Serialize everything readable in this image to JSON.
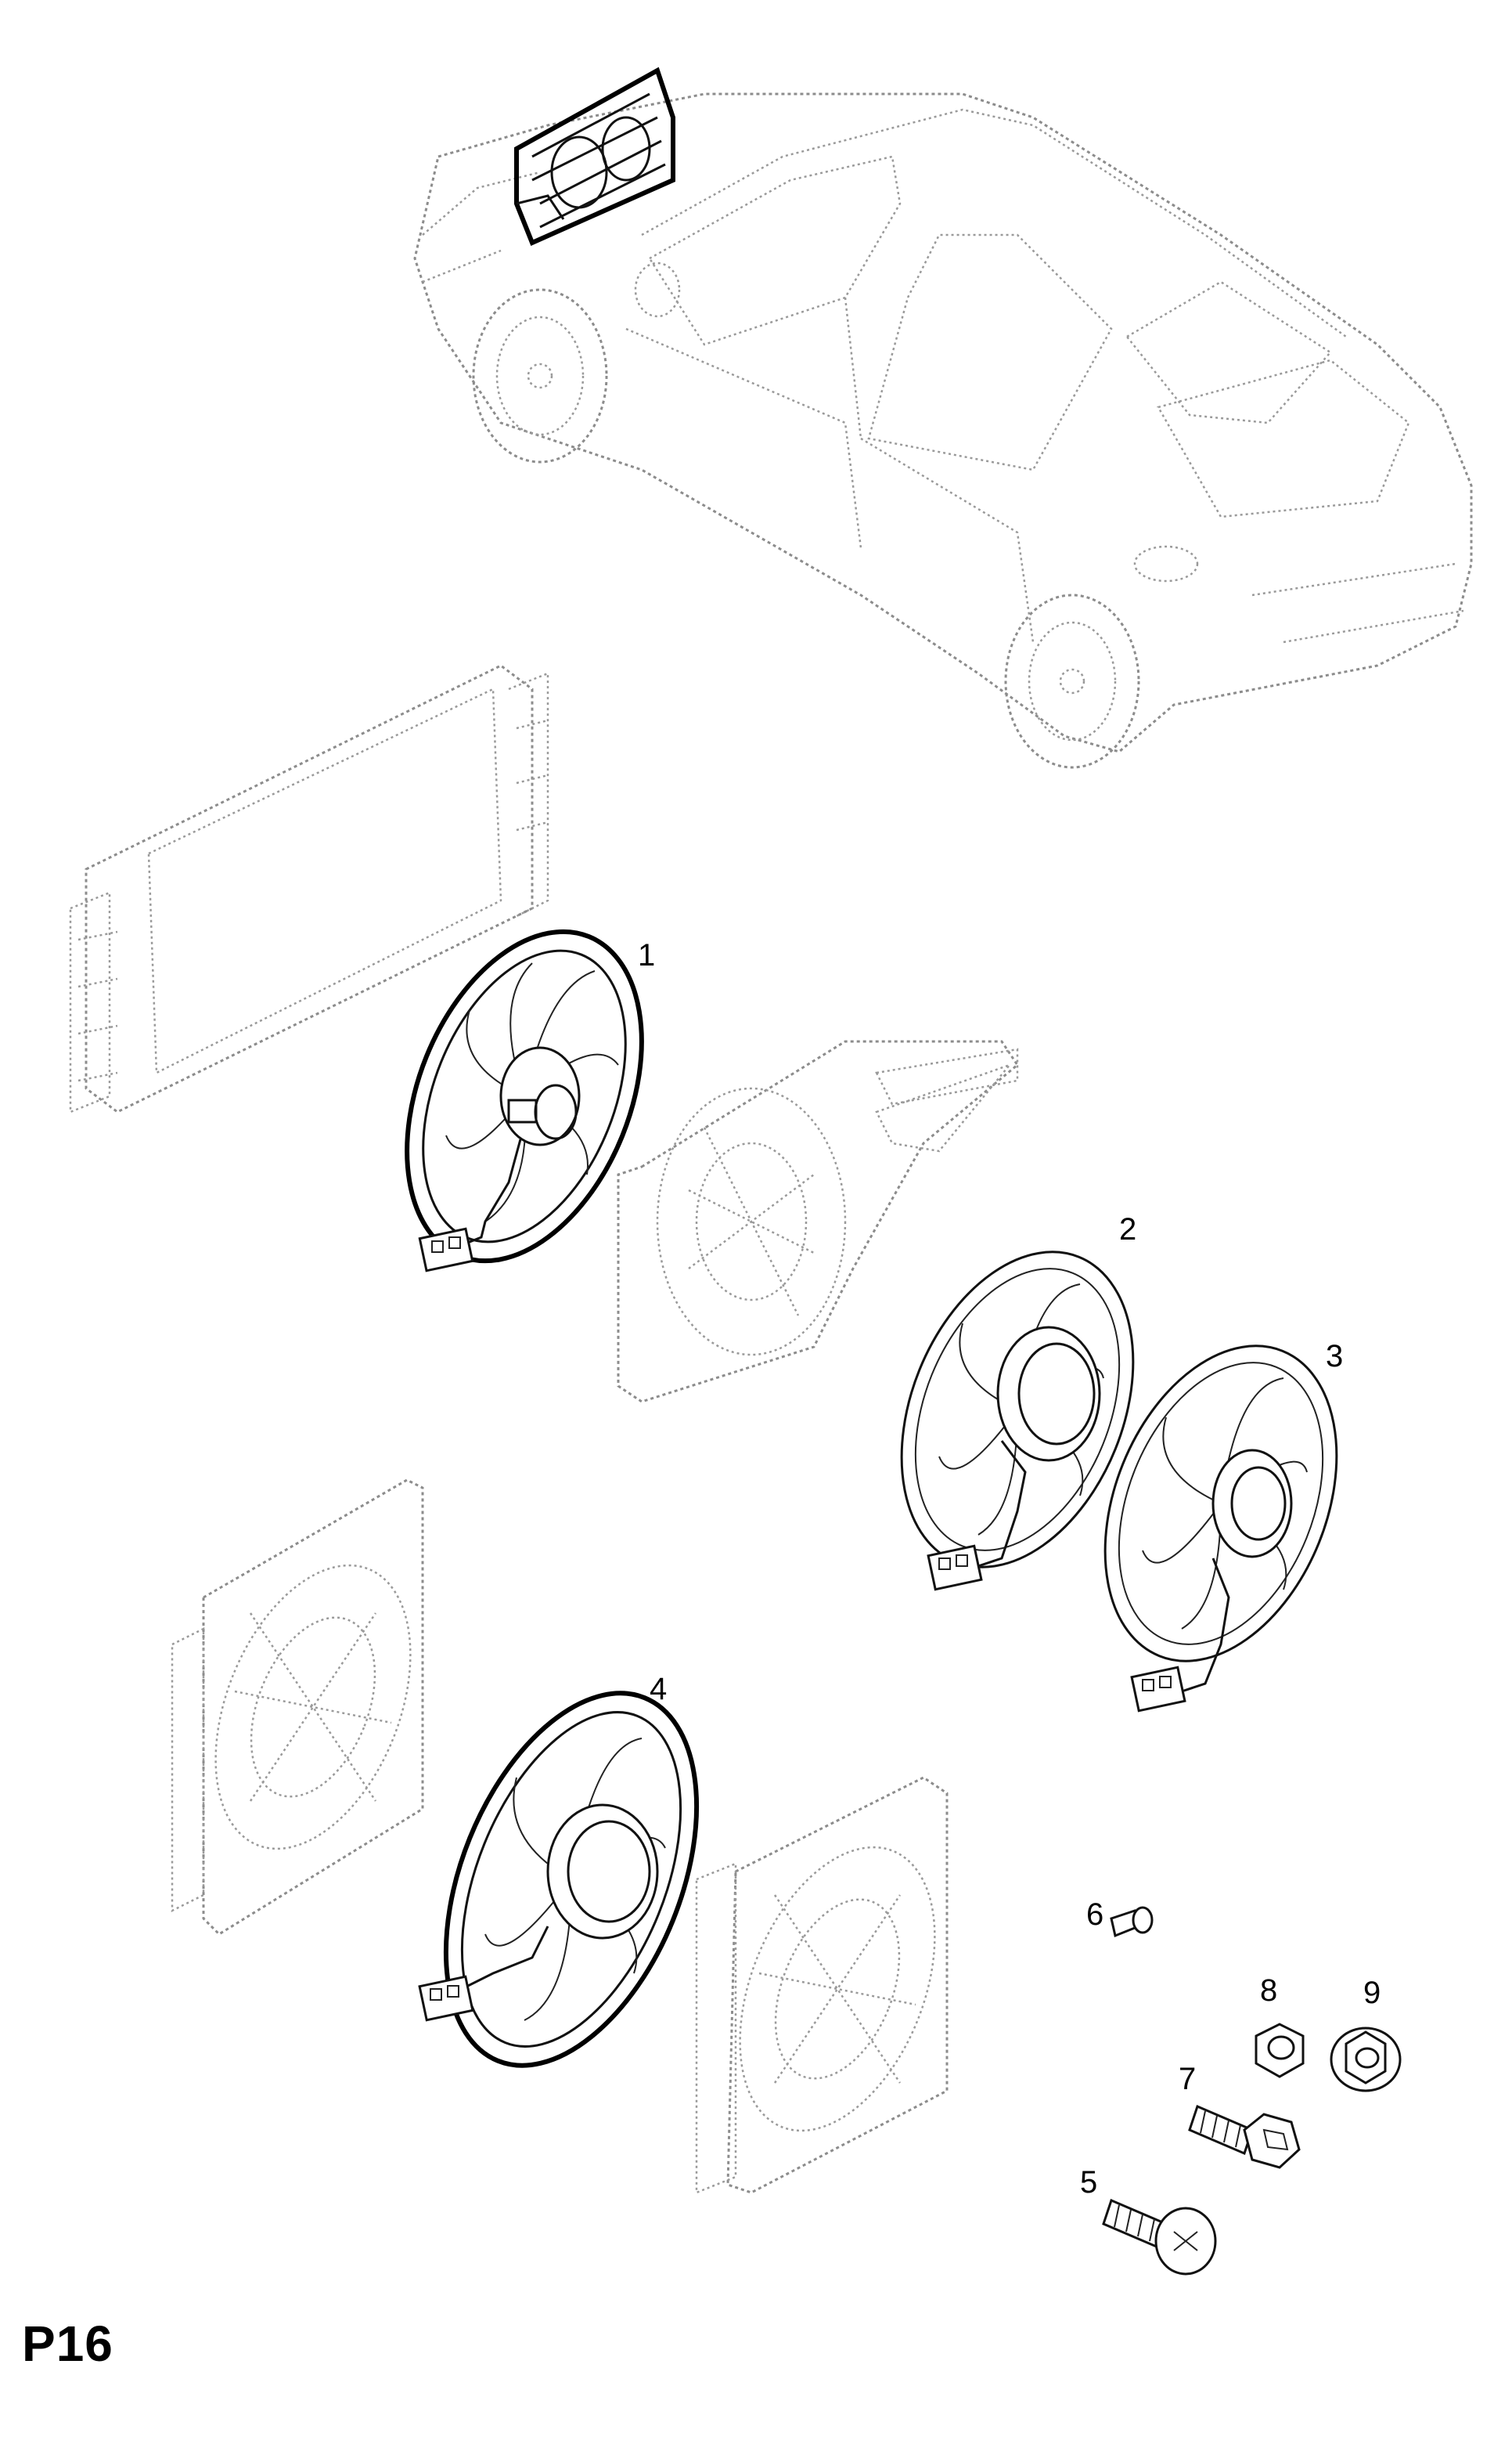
{
  "diagram": {
    "page_code": "P16",
    "callouts": {
      "c1": "1",
      "c2": "2",
      "c3": "3",
      "c4": "4",
      "c5": "5",
      "c6": "6",
      "c7": "7",
      "c8": "8",
      "c9": "9"
    }
  }
}
